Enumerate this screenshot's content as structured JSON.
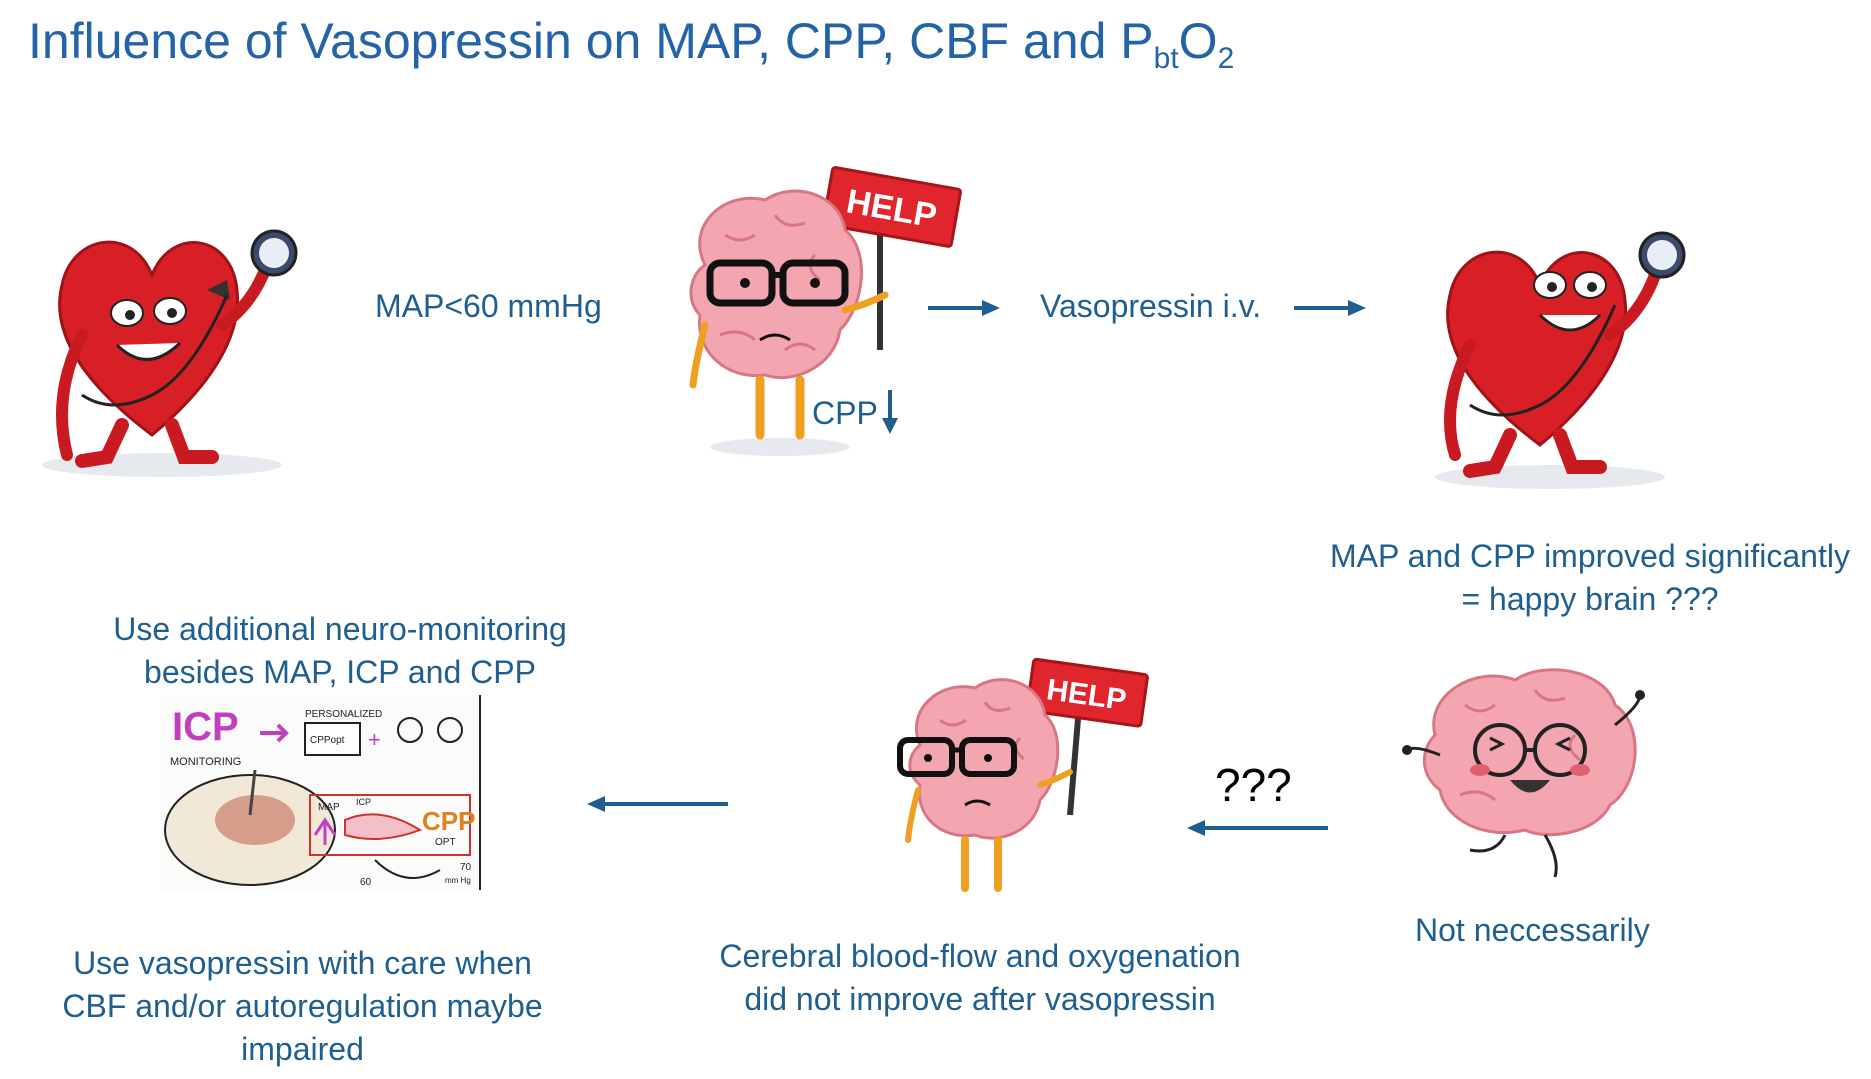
{
  "title": {
    "main": "Influence of Vasopressin on MAP, CPP, CBF and P",
    "sub": "bt",
    "o": "O",
    "o_sub": "2"
  },
  "labels": {
    "map_low": "MAP<60 mmHg",
    "cpp": "CPP",
    "vasopressin": "Vasopressin i.v.",
    "improved_line1": "MAP and CPP improved significantly",
    "improved_line2": "= happy brain ???",
    "not_necessarily": "Not neccessarily",
    "questions": "???",
    "cbf_line1": "Cerebral blood-flow and oxygenation",
    "cbf_line2": "did not improve after vasopressin",
    "monitoring_line1": "Use additional neuro-monitoring",
    "monitoring_line2": "besides MAP, ICP and CPP",
    "care_line1": "Use vasopressin with care when",
    "care_line2": "CBF and/or autoregulation maybe",
    "care_line3": "impaired"
  },
  "signs": {
    "help_top": "HELP",
    "help_bottom": "HELP"
  },
  "sketch": {
    "icp": "ICP",
    "monitoring": "MONITORING",
    "personalized": "PERSONALIZED",
    "cpp_opt_small": "CPPopt",
    "map": "MAP",
    "icp_small": "ICP",
    "cpp": "CPP",
    "opt": "OPT",
    "n70": "70",
    "n60": "60",
    "mmhg": "mm Hg"
  },
  "colors": {
    "text": "#1f5f8f",
    "title": "#2563a8",
    "arrow": "#1f5f8f",
    "heart": "#d91f26",
    "brain": "#f4a6b0",
    "help_sign": "#e0262c"
  },
  "icons": [
    "heart-character",
    "sad-brain-help",
    "happy-brain",
    "icp-sketch",
    "right-arrow",
    "left-arrow",
    "down-arrow"
  ]
}
